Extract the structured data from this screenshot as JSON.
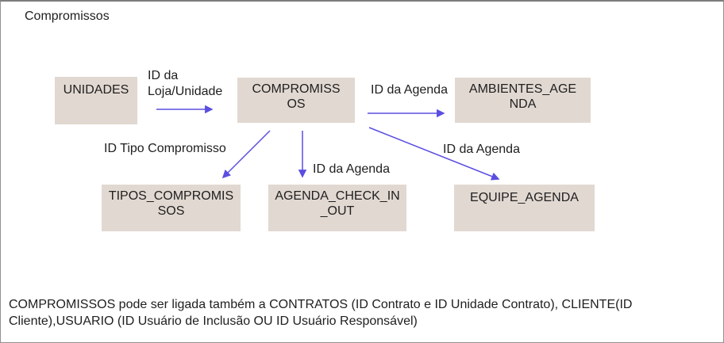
{
  "title": "Compromissos",
  "colors": {
    "arrow": "#5b4ee0",
    "box_fill": "#e1d8d1",
    "text": "#202020",
    "canvas_border": "#919191"
  },
  "nodes": {
    "unidades": {
      "label": "UNIDADES",
      "lines": [
        "UNIDADES"
      ]
    },
    "compromissos": {
      "label": "COMPROMISSOS",
      "lines": [
        "COMPROMISS",
        "OS"
      ]
    },
    "ambientes_agenda": {
      "label": "AMBIENTES_AGENDA",
      "lines": [
        "AMBIENTES_AGE",
        "NDA"
      ]
    },
    "tipos_compromissos": {
      "label": "TIPOS_COMPROMISSOS",
      "lines": [
        "TIPOS_COMPROMIS",
        "SOS"
      ]
    },
    "agenda_check_in_out": {
      "label": "AGENDA_CHECK_IN_OUT",
      "lines": [
        "AGENDA_CHECK_IN",
        "_OUT"
      ]
    },
    "equipe_agenda": {
      "label": "EQUIPE_AGENDA",
      "lines": [
        "EQUIPE_AGENDA"
      ]
    }
  },
  "edges": {
    "unidades_to_compromissos": {
      "label": "ID da Loja/Unidade",
      "lines": [
        "ID da",
        "Loja/Unidade"
      ]
    },
    "compromissos_to_ambientes": {
      "label": "ID da Agenda"
    },
    "compromissos_to_tipos": {
      "label": "ID Tipo Compromisso"
    },
    "compromissos_to_agenda_check": {
      "label": "ID da Agenda"
    },
    "compromissos_to_equipe": {
      "label": "ID da Agenda"
    }
  },
  "footnote": "COMPROMISSOS pode ser ligada também a CONTRATOS (ID Contrato e ID Unidade Contrato), CLIENTE(ID Cliente),USUARIO (ID Usuário de Inclusão OU ID Usuário Responsável)"
}
